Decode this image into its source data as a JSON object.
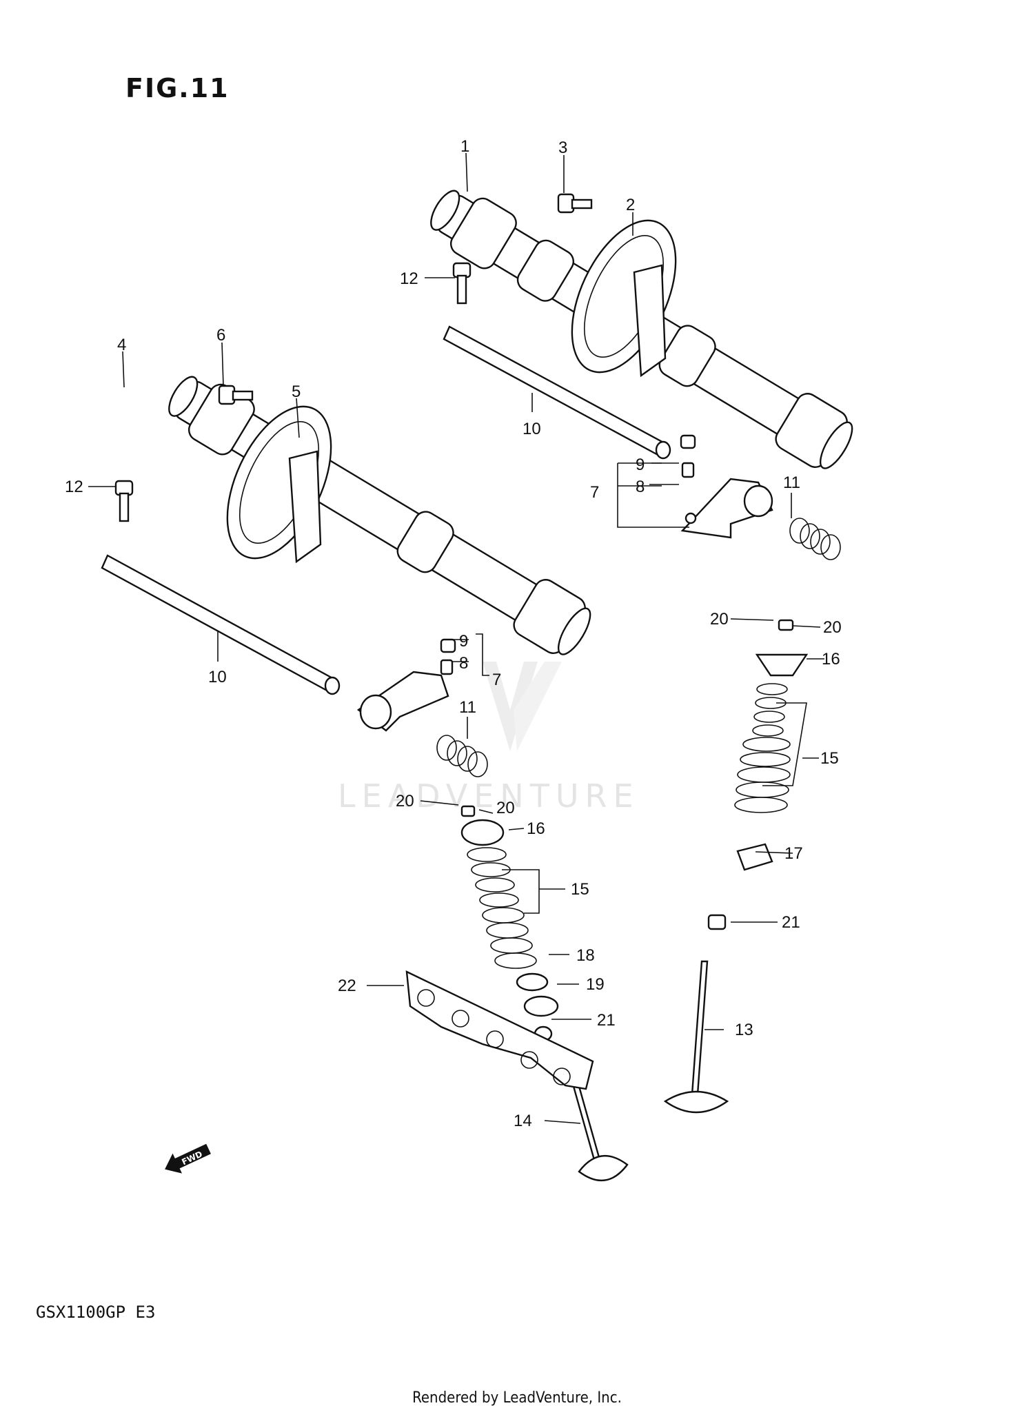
{
  "figure": {
    "title": "FIG.11",
    "model": "GSX1100GP  E3",
    "footer": "Rendered by LeadVenture, Inc."
  },
  "watermark": {
    "text": "LEADVENTURE"
  },
  "icons": {
    "fwd_arrow": "fwd-arrow-icon",
    "fwd_text": "FWD"
  },
  "callouts": [
    {
      "id": "c1",
      "text": "1"
    },
    {
      "id": "c2",
      "text": "2"
    },
    {
      "id": "c3",
      "text": "3"
    },
    {
      "id": "c4",
      "text": "4"
    },
    {
      "id": "c5",
      "text": "5"
    },
    {
      "id": "c6",
      "text": "6"
    },
    {
      "id": "c7a",
      "text": "7"
    },
    {
      "id": "c7b",
      "text": "7"
    },
    {
      "id": "c8a",
      "text": "8"
    },
    {
      "id": "c8b",
      "text": "8"
    },
    {
      "id": "c9a",
      "text": "9"
    },
    {
      "id": "c9b",
      "text": "9"
    },
    {
      "id": "c10a",
      "text": "10"
    },
    {
      "id": "c10b",
      "text": "10"
    },
    {
      "id": "c11a",
      "text": "11"
    },
    {
      "id": "c11b",
      "text": "11"
    },
    {
      "id": "c12a",
      "text": "12"
    },
    {
      "id": "c12b",
      "text": "12"
    },
    {
      "id": "c13",
      "text": "13"
    },
    {
      "id": "c14",
      "text": "14"
    },
    {
      "id": "c15a",
      "text": "15"
    },
    {
      "id": "c15b",
      "text": "15"
    },
    {
      "id": "c16a",
      "text": "16"
    },
    {
      "id": "c16b",
      "text": "16"
    },
    {
      "id": "c17",
      "text": "17"
    },
    {
      "id": "c18",
      "text": "18"
    },
    {
      "id": "c19",
      "text": "19"
    },
    {
      "id": "c20a",
      "text": "20"
    },
    {
      "id": "c20b",
      "text": "20"
    },
    {
      "id": "c20c",
      "text": "20"
    },
    {
      "id": "c20d",
      "text": "20"
    },
    {
      "id": "c21a",
      "text": "21"
    },
    {
      "id": "c21b",
      "text": "21"
    },
    {
      "id": "c22",
      "text": "22"
    }
  ]
}
